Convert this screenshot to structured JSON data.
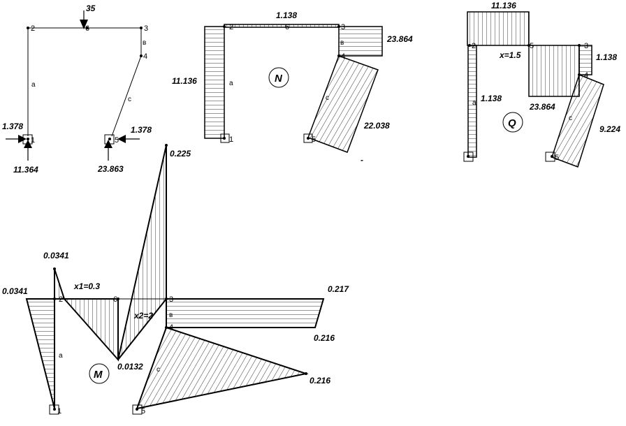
{
  "scheme": {
    "loads": {
      "force_top": "35",
      "h_left": "1.378",
      "v_left": "11.364",
      "h_right": "1.378",
      "v_right": "23.863"
    },
    "nodes": [
      "1",
      "2",
      "6",
      "3",
      "4",
      "5"
    ],
    "members": [
      "a",
      "в",
      "c"
    ]
  },
  "diagram_n": {
    "symbol": "N",
    "values": {
      "top": "1.138",
      "left": "11.136",
      "right_top": "23.864",
      "right_bottom": "22.038"
    },
    "nodes": [
      "2",
      "6",
      "3",
      "4",
      "1",
      "5"
    ],
    "members": [
      "a",
      "в",
      "c"
    ]
  },
  "diagram_q": {
    "symbol": "Q",
    "values": {
      "top": "11.136",
      "col_left": "1.138",
      "mid": "23.864",
      "right_top": "1.138",
      "right_bottom": "9.224"
    },
    "annotation": "x=1.5",
    "nodes": [
      "2",
      "5",
      "3",
      "4",
      "5"
    ],
    "members": [
      "a",
      "c"
    ]
  },
  "diagram_m": {
    "symbol": "M",
    "values": {
      "left": "0.0341",
      "left_top": "0.0341",
      "bottom_mid": "0.0132",
      "top": "0.225",
      "right_top": "0.217",
      "right_mid": "0.216",
      "right_bottom": "0.216"
    },
    "annotations": {
      "x1": "x1=0.3",
      "x2": "x2=2"
    },
    "nodes": [
      "2",
      "6",
      "3",
      "4",
      "1",
      "5"
    ],
    "members": [
      "a",
      "в",
      "c"
    ]
  },
  "misc": {
    "dash": "-"
  }
}
